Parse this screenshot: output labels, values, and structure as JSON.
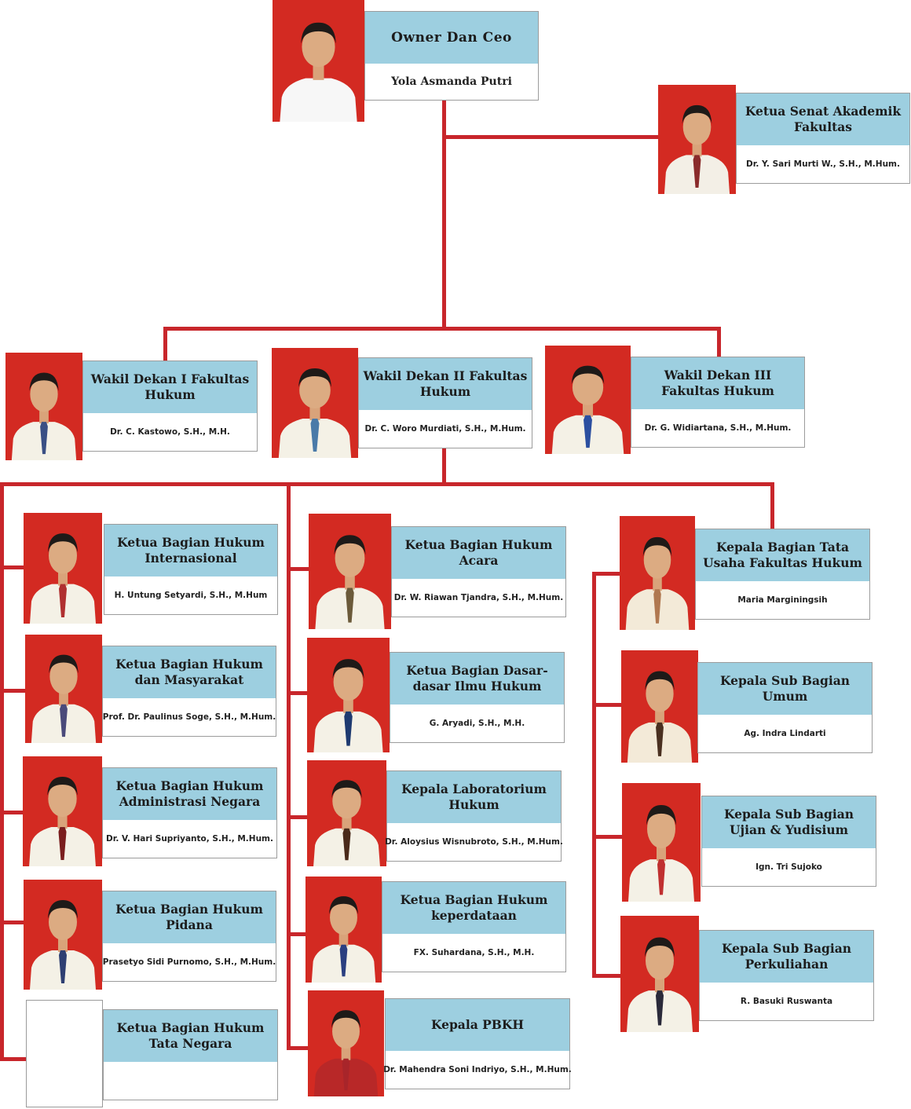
{
  "colors": {
    "connector": "#c8262b",
    "photo_bg": "#d32a22",
    "title_bg": "#9dcfe0"
  },
  "owner": {
    "title": "Owner Dan Ceo",
    "name": "Yola Asmanda Putri"
  },
  "senat": {
    "title": "Ketua Senat Akademik Fakultas",
    "name": "Dr. Y. Sari Murti W., S.H., M.Hum."
  },
  "deans": [
    {
      "title": "Wakil Dekan I Fakultas Hukum",
      "name": "Dr. C. Kastowo, S.H., M.H."
    },
    {
      "title": "Wakil Dekan II Fakultas Hukum",
      "name": "Dr. C. Woro Murdiati, S.H., M.Hum."
    },
    {
      "title": "Wakil Dekan III Fakultas Hukum",
      "name": "Dr. G. Widiartana, S.H., M.Hum."
    }
  ],
  "col1": [
    {
      "title": "Ketua Bagian Hukum Internasional",
      "name": "H. Untung Setyardi, S.H., M.Hum"
    },
    {
      "title": "Ketua Bagian Hukum dan Masyarakat",
      "name": "Prof. Dr. Paulinus Soge, S.H., M.Hum."
    },
    {
      "title": "Ketua Bagian Hukum Administrasi Negara",
      "name": "Dr. V. Hari Supriyanto, S.H., M.Hum."
    },
    {
      "title": "Ketua Bagian Hukum Pidana",
      "name": "Prasetyo Sidi Purnomo, S.H., M.Hum."
    },
    {
      "title": "Ketua Bagian Hukum Tata Negara",
      "name": ""
    }
  ],
  "col2": [
    {
      "title": "Ketua Bagian Hukum Acara",
      "name": "Dr. W. Riawan Tjandra, S.H., M.Hum."
    },
    {
      "title": "Ketua Bagian Dasar-dasar Ilmu Hukum",
      "name": "G. Aryadi, S.H., M.H."
    },
    {
      "title": "Kepala Laboratorium Hukum",
      "name": "Dr. Aloysius Wisnubroto, S.H., M.Hum."
    },
    {
      "title": "Ketua Bagian Hukum keperdataan",
      "name": "FX. Suhardana, S.H., M.H."
    },
    {
      "title": "Kepala PBKH",
      "name": "Dr. Mahendra Soni Indriyo, S.H., M.Hum."
    }
  ],
  "col3": [
    {
      "title": "Kepala Bagian Tata Usaha Fakultas Hukum",
      "name": "Maria Marginingsih"
    },
    {
      "title": "Kepala Sub Bagian Umum",
      "name": "Ag. Indra Lindarti"
    },
    {
      "title": "Kepala Sub Bagian Ujian & Yudisium",
      "name": "Ign. Tri Sujoko"
    },
    {
      "title": "Kepala Sub Bagian Perkuliahan",
      "name": "R. Basuki Ruswanta"
    }
  ]
}
